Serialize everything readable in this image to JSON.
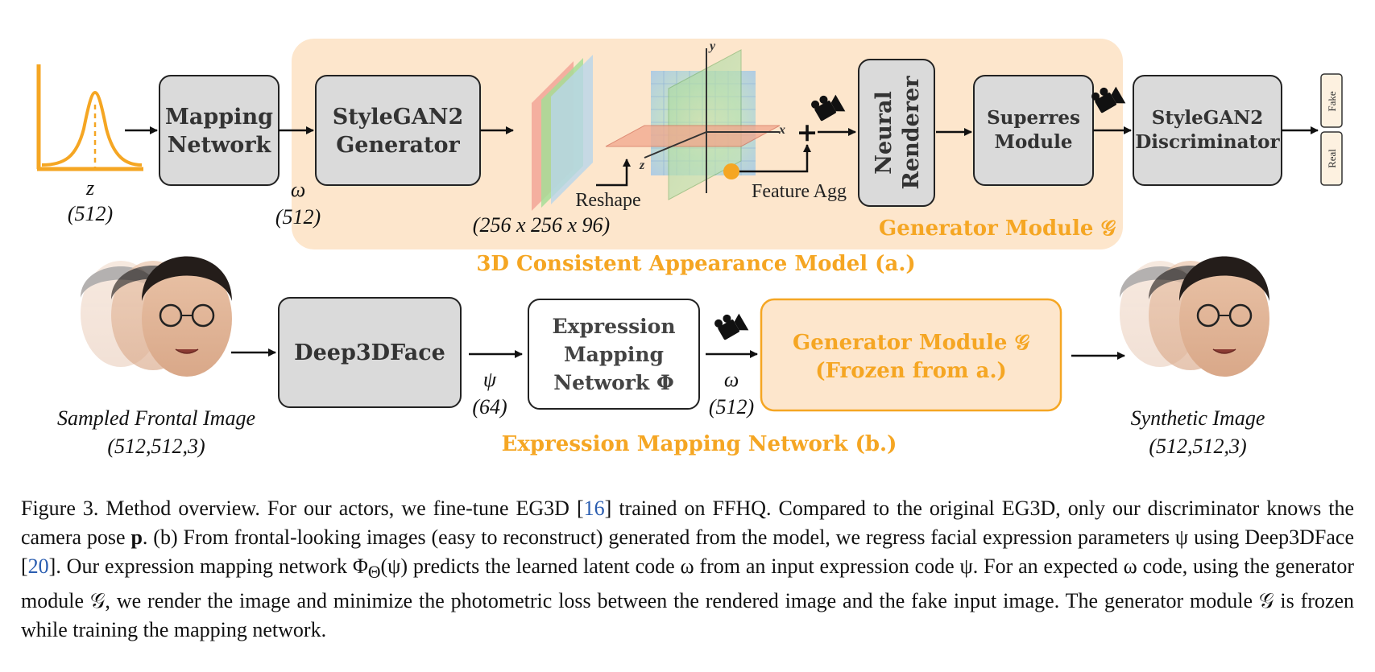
{
  "latent": {
    "var": "z",
    "dim": "(512)"
  },
  "mapping_network": {
    "line1": "Mapping",
    "line2": "Network"
  },
  "omega_label": {
    "var": "ω",
    "dim": "(512)"
  },
  "stylegan_gen": {
    "line1": "StyleGAN2",
    "line2": "Generator"
  },
  "triplane_dims": "(256 x 256 x 96)",
  "reshape_label": "Reshape",
  "axes": {
    "x": "x",
    "y": "y",
    "z": "z"
  },
  "feature_agg_label": "Feature Agg",
  "plus_sign": "+",
  "neural_renderer": {
    "line1": "Neural",
    "line2": "Renderer"
  },
  "superres": {
    "line1": "Superres",
    "line2": "Module"
  },
  "stylegan_disc": {
    "line1": "StyleGAN2",
    "line2": "Discriminator"
  },
  "disc_outputs": {
    "fake": "Fake",
    "real": "Real"
  },
  "generator_module_label": "Generator Module 𝒢",
  "section_a_label": "3D Consistent Appearance Model (a.)",
  "deep3dface": "Deep3DFace",
  "psi_label": {
    "var": "ψ",
    "dim": "(64)"
  },
  "expr_mapping": {
    "line1": "Expression",
    "line2": "Mapping",
    "line3": "Network Φ"
  },
  "omega_label_b": {
    "var": "ω",
    "dim": "(512)"
  },
  "frozen_gen": {
    "line1": "Generator Module 𝒢",
    "line2": "(Frozen from a.)"
  },
  "input_image": {
    "line1": "Sampled Frontal Image",
    "line2": "(512,512,3)"
  },
  "output_image": {
    "line1": "Synthetic Image",
    "line2": "(512,512,3)"
  },
  "section_b_label": "Expression Mapping Network (b.)",
  "caption": {
    "p1": "Figure 3.  Method overview.  For our actors, we fine-tune EG3D [",
    "ref1": "16",
    "p2": "] trained on FFHQ. Compared to the original EG3D, only our discriminator knows the camera pose ",
    "pose": "p",
    "p3": ".  (b) From frontal-looking images (easy to reconstruct) generated from the model, we regress facial expression parameters ψ using Deep3DFace [",
    "ref2": "20",
    "p4": "].  Our expression mapping network Φ",
    "theta": "Θ",
    "p5": "(ψ) predicts the learned latent code ω from an input expression code ψ.  For an expected ω code, using the generator module 𝒢, we render the image and minimize the photometric loss between the rendered image and the fake input image. The generator module 𝒢 is frozen while training the mapping network."
  },
  "colors": {
    "orange": "#f5a623",
    "orange_bg": "#fde6cc",
    "box_gray": "#dadada",
    "link_blue": "#2a5db0"
  }
}
